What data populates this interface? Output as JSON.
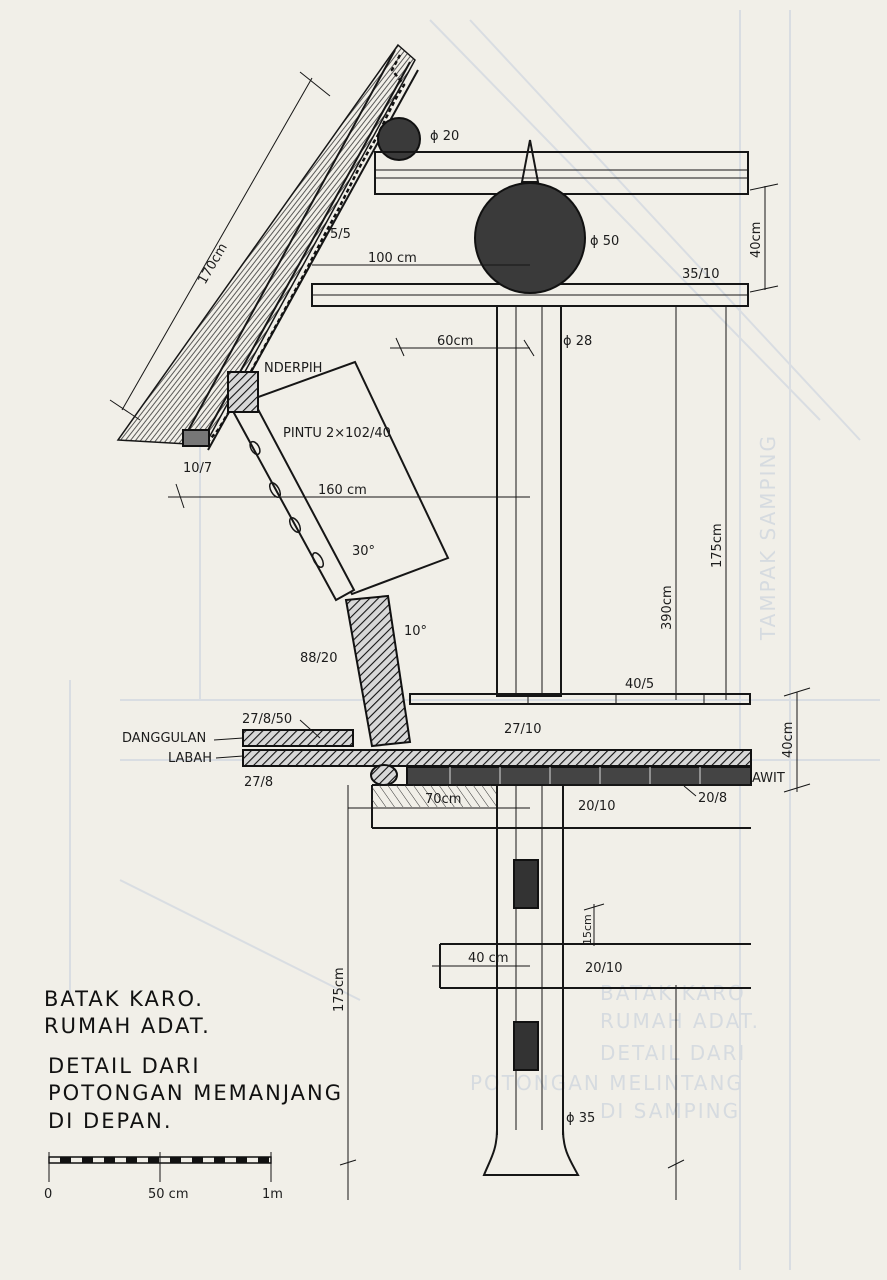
{
  "title": {
    "line1": "BATAK KARO.",
    "line2": "RUMAH ADAT.",
    "line3": "DETAIL DARI",
    "line4": "POTONGAN MEMANJANG",
    "line5": "DI DEPAN."
  },
  "labels": {
    "rafter_len": "170cm",
    "phi20": "ϕ 20",
    "phi50": "ϕ 50",
    "phi28": "ϕ 28",
    "phi35": "ϕ 35",
    "s5_5": "5/5",
    "d100": "100 cm",
    "d35_10": "35/10",
    "d40_top": "40cm",
    "d60": "60cm",
    "nderpih": "NDERPIH",
    "pintu": "PINTU  2×102/40",
    "d10_7": "10/7",
    "d160": "160 cm",
    "a30": "30°",
    "a10": "10°",
    "d88_20": "88/20",
    "d390": "390cm",
    "d175_right": "175cm",
    "d40_5": "40/5",
    "d40_mid": "40cm",
    "d27_8_50": "27/8/50",
    "danggulan": "DANGGULAN",
    "labah": "LABAH",
    "d27_8": "27/8",
    "d27_10": "27/10",
    "awit": "AWIT",
    "d70": "70cm",
    "d20_10a": "20/10",
    "d20_8": "20/8",
    "d15": "15cm",
    "d40_low": "40 cm",
    "d20_10b": "20/10",
    "d175_left": "175cm"
  },
  "scale": {
    "t0": "0",
    "t50": "50 cm",
    "t1m": "1m"
  },
  "background_text": {
    "b1": "BATAK KARO",
    "b2": "RUMAH ADAT.",
    "b3": "DETAIL DARI",
    "b4": "POTONGAN MELINTANG",
    "b5": "DI SAMPING",
    "side": "TAMPAK SAMPING"
  }
}
